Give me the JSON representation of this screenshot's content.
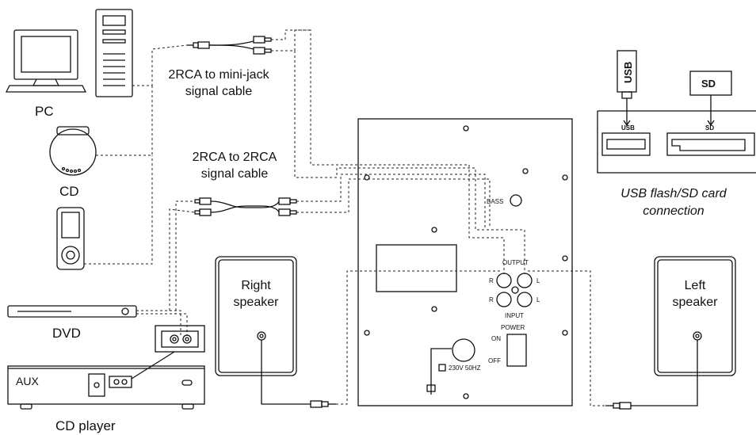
{
  "devices": {
    "pc": "PC",
    "cd": "CD",
    "dvd": "DVD",
    "cd_player": "CD player",
    "aux": "AUX"
  },
  "cables": {
    "mini_jack": "2RCA to mini-jack\nsignal cable",
    "rca_rca": "2RCA to 2RCA\nsignal cable"
  },
  "usb_sd": {
    "usb_plug": "USB",
    "sd_card": "SD",
    "usb_port": "USB",
    "sd_port": "SD",
    "caption": "USB flash/SD card\nconnection"
  },
  "speakers": {
    "right": "Right\nspeaker",
    "left": "Left\nspeaker"
  },
  "panel": {
    "bass": "BASS",
    "output": "OUTPUT",
    "input": "INPUT",
    "power": "POWER",
    "on": "ON",
    "off": "OFF",
    "voltage": "230V 50HZ",
    "r": "R",
    "l": "L"
  }
}
